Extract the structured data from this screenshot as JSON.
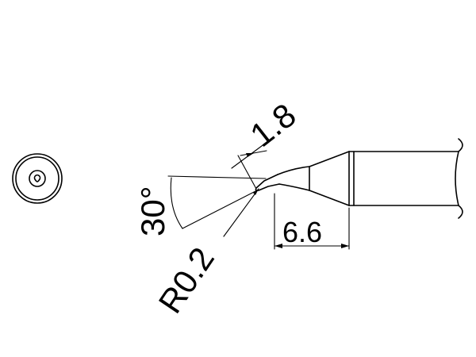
{
  "drawing": {
    "line_color": "#000000",
    "background": "#ffffff",
    "dimensions": {
      "angle_label": "30°",
      "width_label": "1.8",
      "length_label": "6.6",
      "radius_label": "R0.2"
    }
  }
}
